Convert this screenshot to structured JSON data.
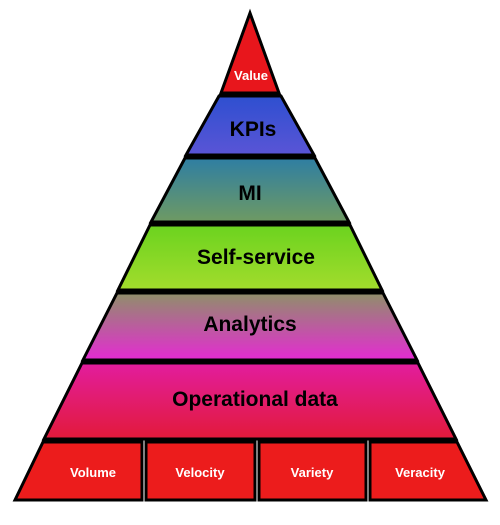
{
  "pyramid": {
    "tiers": [
      {
        "label": "Value"
      },
      {
        "label": "KPIs"
      },
      {
        "label": "MI"
      },
      {
        "label": "Self-service"
      },
      {
        "label": "Analytics"
      },
      {
        "label": "Operational data"
      }
    ],
    "base": [
      {
        "label": "Volume"
      },
      {
        "label": "Velocity"
      },
      {
        "label": "Variety"
      },
      {
        "label": "Veracity"
      }
    ]
  },
  "colors": {
    "value_fill": "#e8161c",
    "kpis_top": "#2e4fd0",
    "kpis_bottom": "#5a55d6",
    "mi_top": "#2e7ea3",
    "mi_bottom": "#6e9a63",
    "self_top": "#6bd31f",
    "self_bottom": "#a3dc2c",
    "analytics_top": "#8f8f6a",
    "analytics_bottom": "#e52bd2",
    "operational_top": "#e21d9e",
    "operational_bottom": "#e21a3a",
    "base_fill": "#ec1c1c",
    "outline": "#000000",
    "dark_text": "#000000",
    "light_text": "#ffffff"
  }
}
